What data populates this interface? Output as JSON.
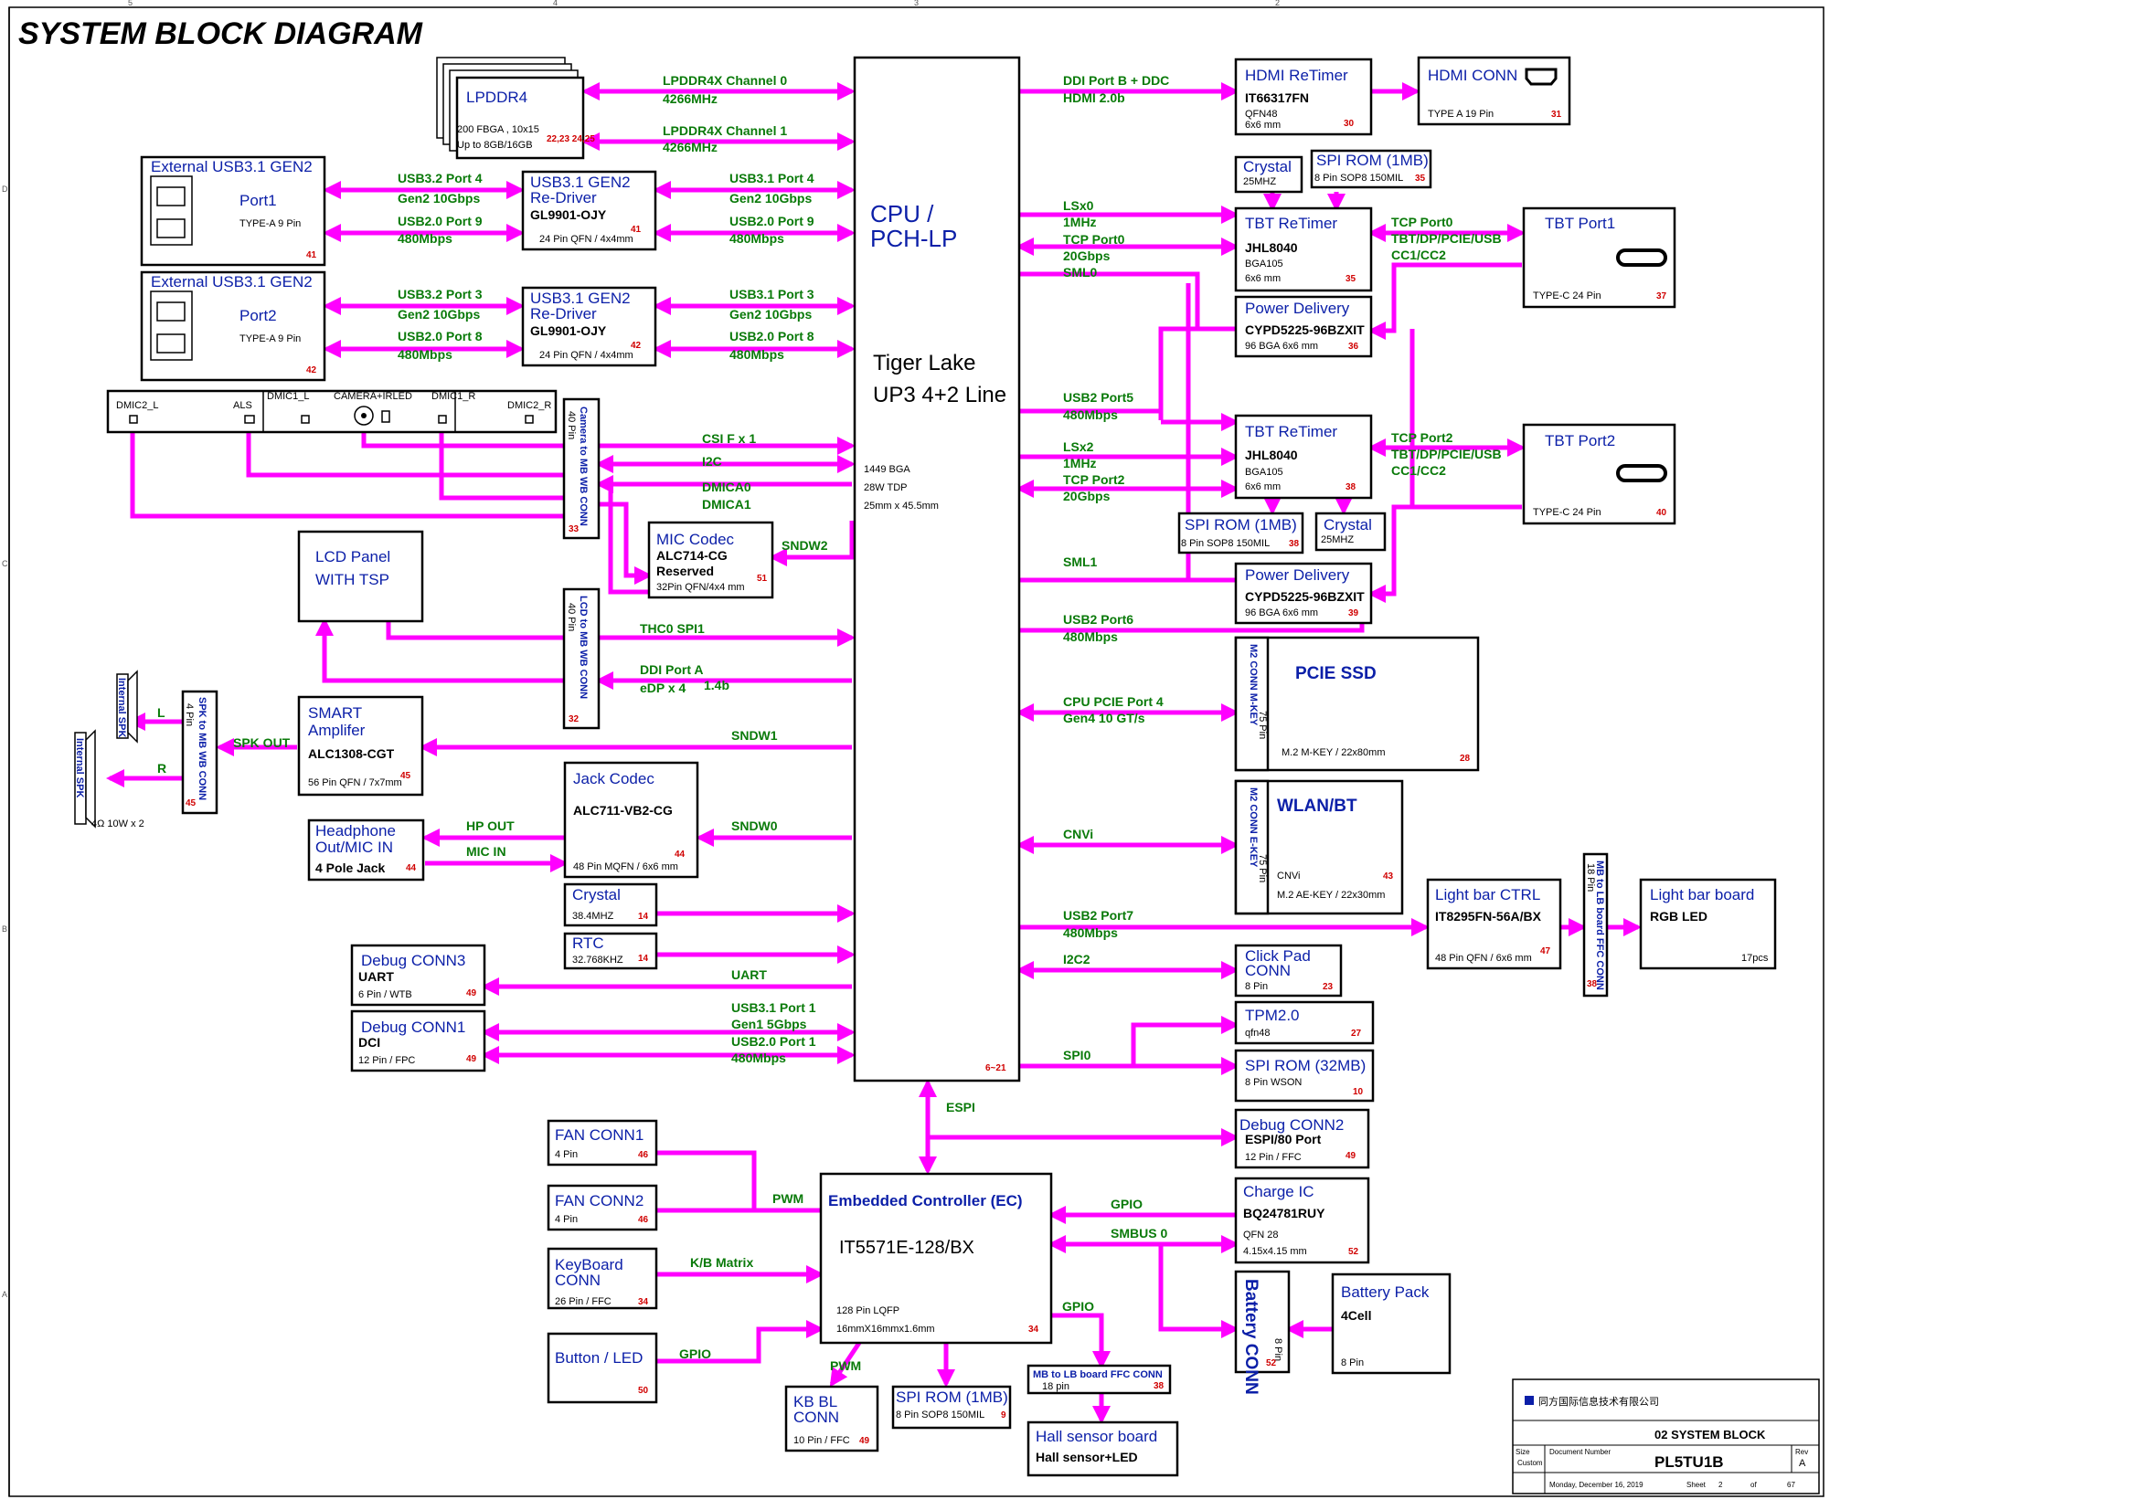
{
  "page_title": "SYSTEM BLOCK DIAGRAM",
  "cpu": {
    "title1": "CPU /",
    "title2": "PCH-LP",
    "line1": "Tiger Lake",
    "line2": "UP3 4+2 Line",
    "spec1": "1449 BGA",
    "spec2": "28W TDP",
    "spec3": "25mm x 45.5mm",
    "pages": "6~21"
  },
  "lpddr": {
    "title": "LPDDR4",
    "spec1": "200 FBGA , 10x15",
    "spec2": "Up to 8GB/16GB",
    "pages": "22,23 24,25",
    "ch0": "LPDDR4X Channel 0",
    "ch0_speed": "4266MHz",
    "ch1": "LPDDR4X Channel 1",
    "ch1_speed": "4266MHz"
  },
  "usb_port1": {
    "title": "External USB3.1 GEN2",
    "name": "Port1",
    "type": "TYPE-A 9 Pin",
    "page": "41",
    "l1": "USB3.2 Port 4",
    "l1b": "Gen2 10Gbps",
    "l2": "USB2.0 Port 9",
    "l2b": "480Mbps"
  },
  "redriver1": {
    "title1": "USB3.1 GEN2",
    "title2": "Re-Driver",
    "part": "GL9901-OJY",
    "pkg": "24 Pin QFN / 4x4mm",
    "page": "41",
    "r1": "USB3.1 Port 4",
    "r1b": "Gen2 10Gbps",
    "r2": "USB2.0 Port 9",
    "r2b": "480Mbps"
  },
  "usb_port2": {
    "title": "External USB3.1 GEN2",
    "name": "Port2",
    "type": "TYPE-A 9 Pin",
    "page": "42",
    "l1": "USB3.2 Port 3",
    "l1b": "Gen2 10Gbps",
    "l2": "USB2.0 Port 8",
    "l2b": "480Mbps"
  },
  "redriver2": {
    "title1": "USB3.1 GEN2",
    "title2": "Re-Driver",
    "part": "GL9901-OJY",
    "pkg": "24 Pin QFN / 4x4mm",
    "page": "42",
    "r1": "USB3.1 Port 3",
    "r1b": "Gen2 10Gbps",
    "r2": "USB2.0 Port 8",
    "r2b": "480Mbps"
  },
  "camera": {
    "dmic2l": "DMIC2_L",
    "als": "ALS",
    "dmic1l": "DMIC1_L",
    "cam": "CAMERA+IRLED",
    "dmic1r": "DMIC1_R",
    "dmic2r": "DMIC2_R",
    "conn": "Camera to MB WB CONN",
    "pins": "40 Pin",
    "page": "33"
  },
  "cam_links": {
    "csi": "CSI F x 1",
    "i2c": "I2C",
    "dmica0": "DMICA0",
    "dmica1": "DMICA1"
  },
  "mic_codec": {
    "title": "MIC Codec",
    "part": "ALC714-CG",
    "note": "Reserved",
    "pkg": "32Pin QFN/4x4 mm",
    "page": "51",
    "link": "SNDW2"
  },
  "lcd": {
    "title1": "LCD Panel",
    "title2": "WITH TSP",
    "conn": "LCD to MB WB CONN",
    "pins": "40 Pin",
    "page": "32",
    "thc": "THC0 SPI1",
    "ddi": "DDI Port A",
    "edp": "eDP x 4",
    "edp_speed": "1.4b"
  },
  "amp": {
    "title1": "SMART",
    "title2": "Amplifer",
    "part": "ALC1308-CGT",
    "pkg": "56 Pin QFN / 7x7mm",
    "page": "45",
    "link": "SNDW1",
    "spk_out": "SPK OUT",
    "spk_conn": "SPK to MB WB CONN",
    "spk_pins": "4 Pin",
    "spk_page": "45",
    "left": "L",
    "right": "R",
    "spk_l": "Internal SPK",
    "spk_r": "Internal SPK",
    "spk_spec": "4Ω 10W x 2"
  },
  "jack": {
    "title": "Jack Codec",
    "part": "ALC711-VB2-CG",
    "pkg": "48 Pin MQFN / 6x6 mm",
    "page": "44",
    "link": "SNDW0",
    "hp_out": "HP OUT",
    "mic_in": "MIC IN"
  },
  "headphone": {
    "title1": "Headphone",
    "title2": "Out/MIC IN",
    "sub": "4 Pole Jack",
    "page": "44"
  },
  "crystal_main": {
    "title": "Crystal",
    "freq": "38.4MHZ",
    "page": "14"
  },
  "rtc": {
    "title": "RTC",
    "freq": "32.768KHZ",
    "page": "14"
  },
  "debug3": {
    "title": "Debug CONN3",
    "sub1": "UART",
    "sub2": "6 Pin / WTB",
    "page": "49",
    "link": "UART"
  },
  "debug1": {
    "title": "Debug CONN1",
    "sub1": "DCI",
    "sub2": "12 Pin / FPC",
    "page": "49",
    "l1": "USB3.1 Port 1",
    "l1b": "Gen1 5Gbps",
    "l2": "USB2.0 Port 1",
    "l2b": "480Mbps"
  },
  "hdmi": {
    "retimer": "HDMI ReTimer",
    "part": "IT66317FN",
    "pkg1": "QFN48",
    "pkg2": "6x6 mm",
    "page": "30",
    "conn": "HDMI CONN",
    "conn_type": "TYPE A 19 Pin",
    "conn_page": "31",
    "link1": "DDI Port B + DDC",
    "link2": "HDMI 2.0b"
  },
  "tbt1": {
    "crystal": "Crystal",
    "crystal_freq": "25MHZ",
    "rom": "SPI ROM (1MB)",
    "rom_pkg": "8 Pin SOP8 150MIL",
    "rom_page": "35",
    "title": "TBT ReTimer",
    "part": "JHL8040",
    "pkg1": "BGA105",
    "pkg2": "6x6 mm",
    "page": "35",
    "lsx": "LSx0",
    "lsx_speed": "1MHz",
    "tcp": "TCP Port0",
    "tcp_speed": "20Gbps",
    "sml": "SML0",
    "r_tcp": "TCP Port0",
    "r_proto": "TBT/DP/PCIE/USB",
    "r_cc": "CC1/CC2"
  },
  "pd1": {
    "title": "Power Delivery",
    "part": "CYPD5225-96BZXIT",
    "pkg": "96 BGA   6x6 mm",
    "page": "36"
  },
  "tbtport1": {
    "title": "TBT Port1",
    "type": "TYPE-C 24 Pin",
    "page": "37"
  },
  "tbt2": {
    "title": "TBT ReTimer",
    "part": "JHL8040",
    "pkg1": "BGA105",
    "pkg2": "6x6 mm",
    "page": "38",
    "lsx": "LSx2",
    "lsx_speed": "1MHz",
    "tcp": "TCP Port2",
    "tcp_speed": "20Gbps",
    "usb2": "USB2 Port5",
    "usb2_speed": "480Mbps",
    "rom": "SPI ROM (1MB)",
    "rom_pkg": "8 Pin SOP8 150MIL",
    "rom_page": "38",
    "crystal": "Crystal",
    "crystal_freq": "25MHZ",
    "r_tcp": "TCP Port2",
    "r_proto": "TBT/DP/PCIE/USB",
    "r_cc": "CC1/CC2",
    "sml": "SML1"
  },
  "pd2": {
    "title": "Power Delivery",
    "part": "CYPD5225-96BZXIT",
    "pkg": "96 BGA   6x6 mm",
    "page": "39"
  },
  "tbtport2": {
    "title": "TBT Port2",
    "type": "TYPE-C 24 Pin",
    "page": "40"
  },
  "usb6": {
    "label": "USB2 Port6",
    "speed": "480Mbps"
  },
  "ssd": {
    "conn": "M2 CONN M-KEY",
    "pins": "75 Pin",
    "title": "PCIE SSD",
    "sub": "M.2 M-KEY / 22x80mm",
    "page": "28",
    "link": "CPU PCIE Port 4",
    "link_speed": "Gen4  10 GT/s"
  },
  "wlan": {
    "conn": "M2 CONN E-KEY",
    "pins": "75 Pin",
    "title": "WLAN/BT",
    "sub1": "CNVi",
    "sub2": "M.2  AE-KEY / 22x30mm",
    "page": "43",
    "link": "CNVi"
  },
  "lightbar": {
    "title": "Light bar CTRL",
    "part": "IT8295FN-56A/BX",
    "pkg": "48 Pin QFN / 6x6 mm",
    "page": "47",
    "link": "USB2 Port7",
    "link_speed": "480Mbps",
    "conn": "MB to LB board FFC CONN",
    "conn_pins": "18 Pin",
    "conn_page": "38",
    "board": "Light bar board",
    "board_sub": "RGB LED",
    "board_sub2": "17pcs"
  },
  "clickpad": {
    "title1": "Click Pad",
    "title2": "CONN",
    "pins": "8 Pin",
    "page": "23",
    "link": "I2C2"
  },
  "tpm": {
    "title": "TPM2.0",
    "pkg": "qfn48",
    "page": "27"
  },
  "spirom32": {
    "title": "SPI ROM  (32MB)",
    "pkg": "8 Pin WSON",
    "page": "10",
    "link": "SPI0"
  },
  "espi": {
    "label": "ESPI"
  },
  "debug2": {
    "title": "Debug CONN2",
    "sub1": "ESPI/80 Port",
    "sub2": "12 Pin / FFC",
    "page": "49"
  },
  "ec": {
    "title": "Embedded Controller (EC)",
    "part": "IT5571E-128/BX",
    "pkg1": "128 Pin LQFP",
    "pkg2": "16mmX16mmx1.6mm",
    "page": "34"
  },
  "fan1": {
    "title": "FAN CONN1",
    "pins": "4 Pin",
    "page": "46"
  },
  "fan2": {
    "title": "FAN CONN2",
    "pins": "4 Pin",
    "page": "46",
    "link": "PWM"
  },
  "keyboard": {
    "title1": "KeyBoard",
    "title2": "CONN",
    "pins": "26 Pin / FFC",
    "page": "34",
    "link": "K/B Matrix"
  },
  "button": {
    "title": "Button / LED",
    "page": "50",
    "link": "GPIO"
  },
  "kbbl": {
    "title1": "KB BL",
    "title2": "CONN",
    "pins": "10 Pin / FFC",
    "page": "49",
    "link": "PWM"
  },
  "ecrom": {
    "title": "SPI ROM (1MB)",
    "pkg": "8 Pin SOP8 150MIL",
    "page": "9"
  },
  "hall": {
    "conn": "MB to LB board FFC CONN",
    "pins": "18 pin",
    "page": "38",
    "title": "Hall sensor board",
    "sub": "Hall sensor+LED",
    "link": "GPIO"
  },
  "charge": {
    "title": "Charge IC",
    "part": "BQ24781RUY",
    "pkg1": "QFN 28",
    "pkg2": "4.15x4.15 mm",
    "page": "52",
    "link": "GPIO",
    "smbus": "SMBUS 0"
  },
  "battery_conn": {
    "title": "Battery CONN",
    "pins": "8 Pin",
    "page": "52"
  },
  "battery_pack": {
    "title": "Battery Pack",
    "cells": "4Cell",
    "pins": "8 Pin"
  },
  "titleblock": {
    "company": "同方国际信息技术有限公司",
    "sheet_title": "02 SYSTEM BLOCK",
    "size_label": "Size",
    "size": "Custom",
    "docnum_label": "Document Number",
    "docnum": "PL5TU1B",
    "rev_label": "Rev",
    "rev": "A",
    "date": "Monday, December 16, 2019",
    "sheet_label": "Sheet",
    "sheet": "2",
    "of": "of",
    "total": "67"
  },
  "border_cols": [
    "5",
    "4",
    "3",
    "2"
  ],
  "border_rows": [
    "D",
    "C",
    "B",
    "A"
  ],
  "colors": {
    "wire": "#ff00ff",
    "title_blue": "#0b1fa8",
    "label_green": "#0a7a0a",
    "page_red": "#d00000"
  }
}
